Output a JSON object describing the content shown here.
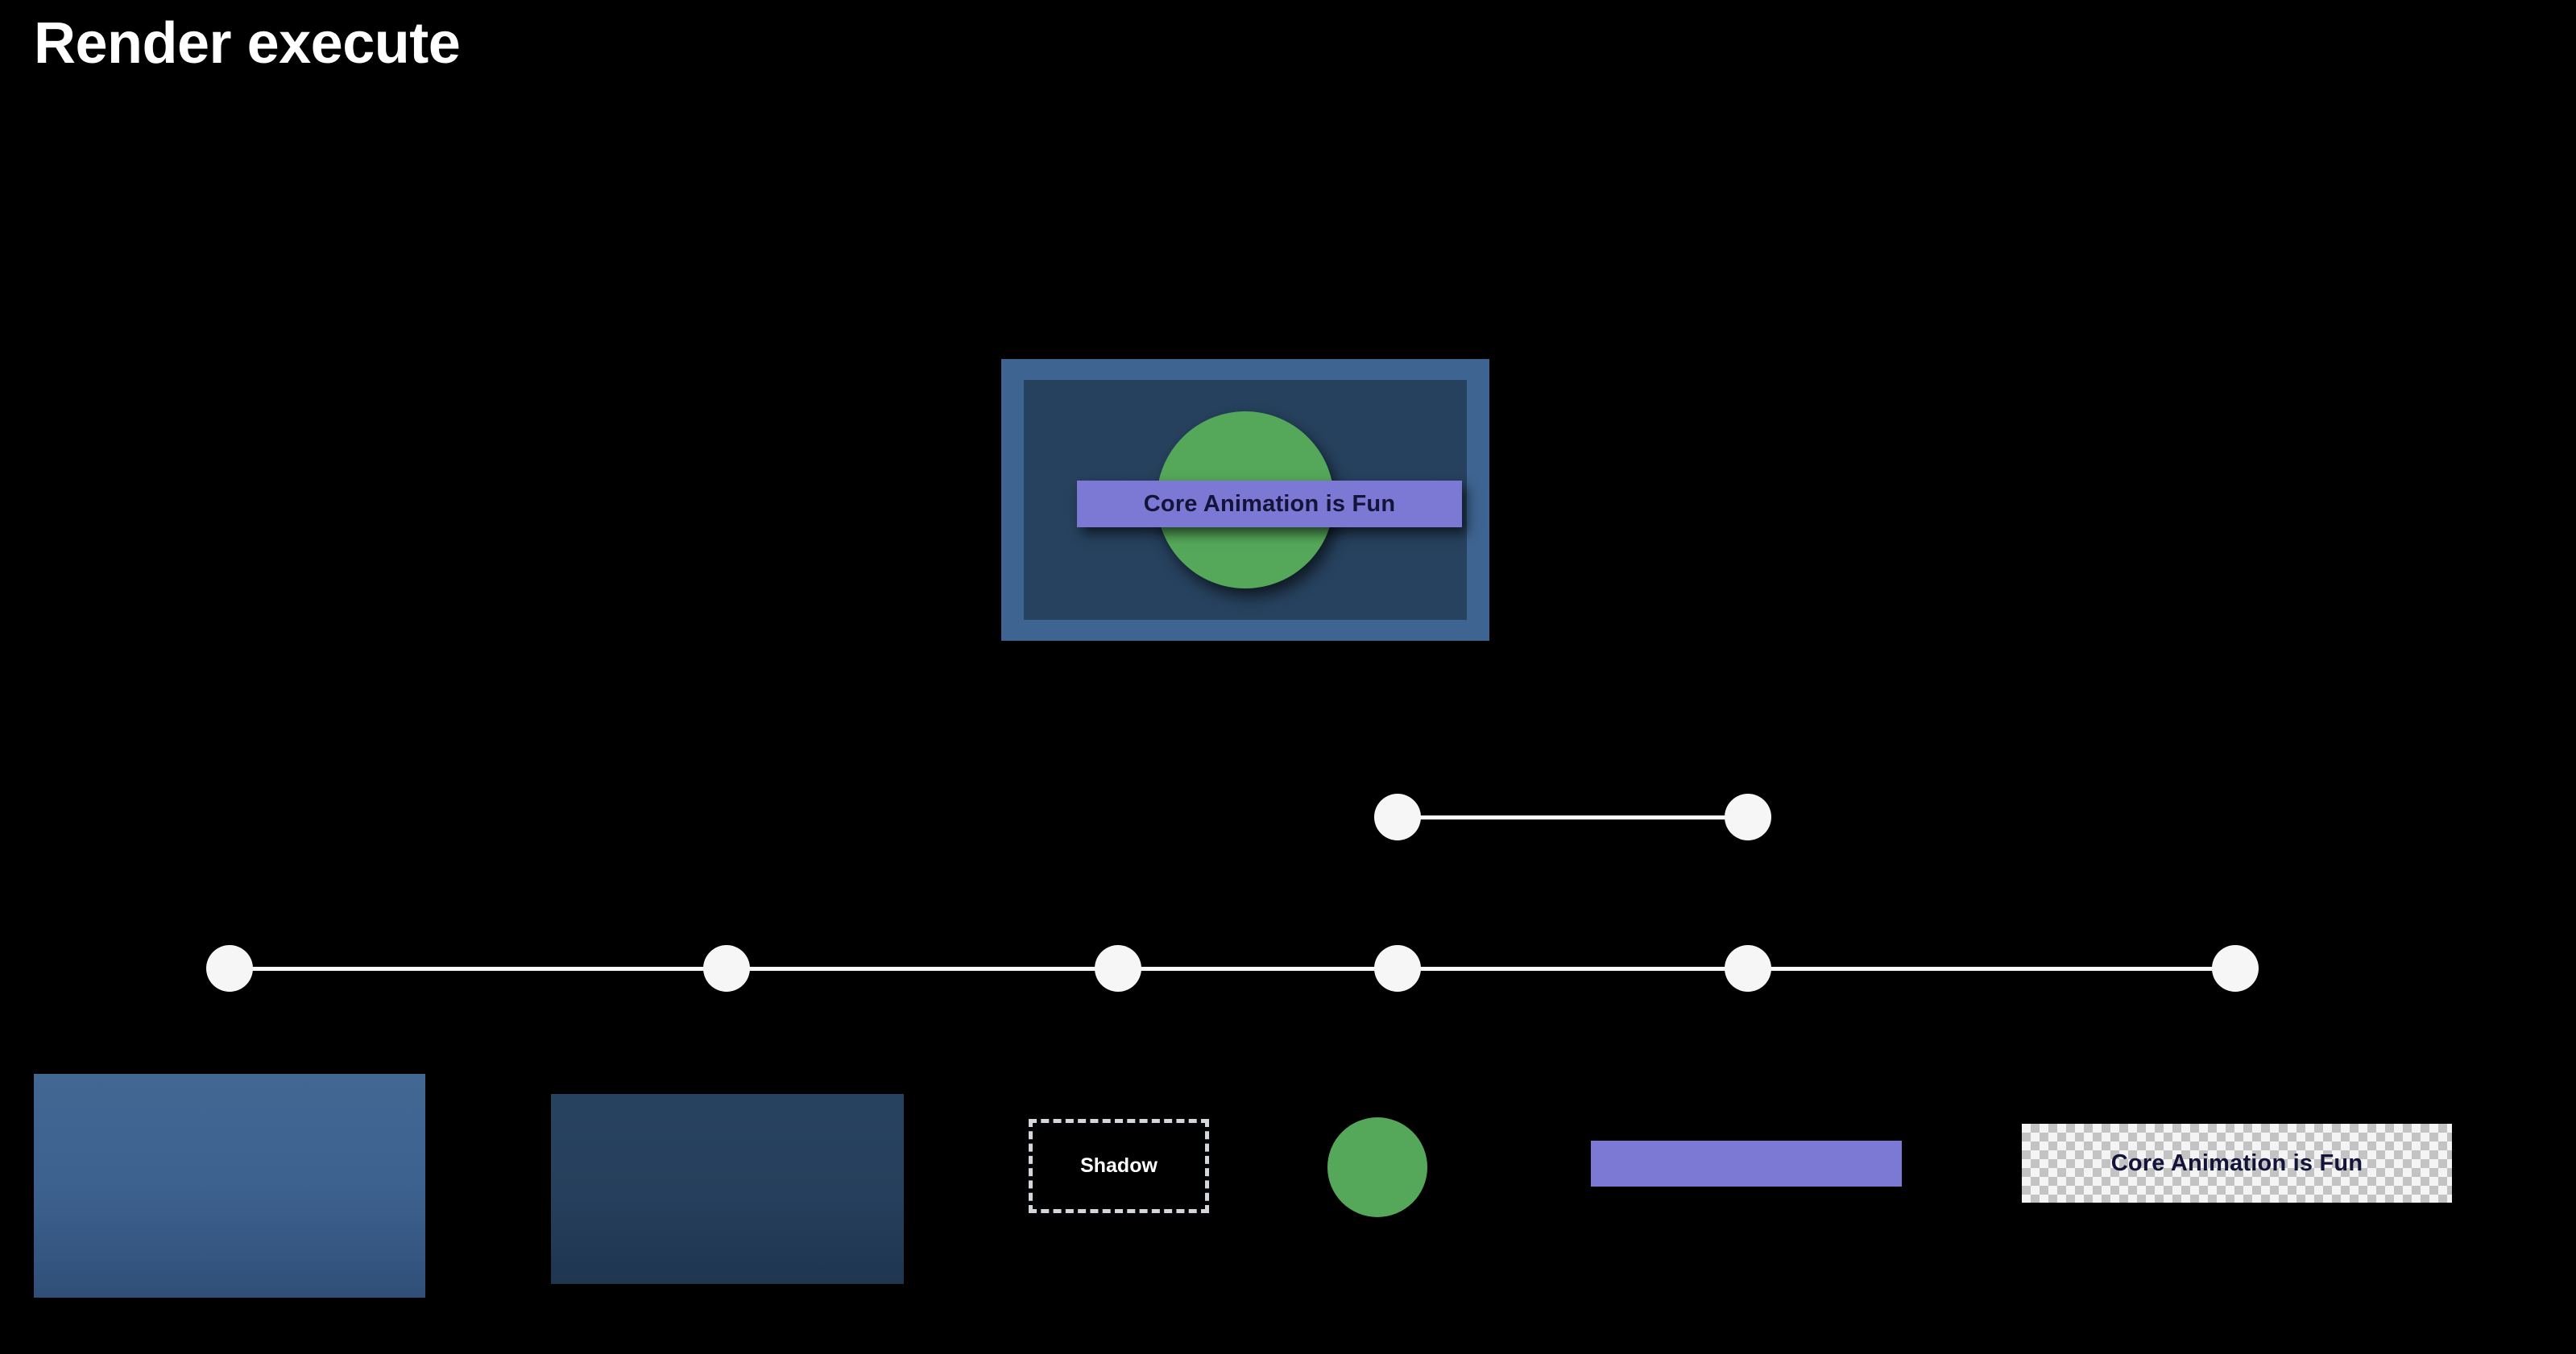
{
  "page": {
    "title": "Render execute",
    "background_color": "#000000"
  },
  "composited_card": {
    "frame_color": "#3E6491",
    "panel_color": "#27425F",
    "circle_color": "#55A85A",
    "label": {
      "text": "Core Animation is Fun",
      "background_color": "#7B79D4",
      "text_color": "#14143A"
    }
  },
  "node_chains": [
    {
      "name": "upper-chain",
      "node_color": "#F6F6F6",
      "line_color": "#FDFDFD",
      "nodes_x": [
        1735,
        2170
      ],
      "segments": [
        [
          1735,
          2170
        ]
      ]
    },
    {
      "name": "lower-chain",
      "node_color": "#F6F6F6",
      "line_color": "#FDFDFD",
      "nodes_x": [
        285,
        902,
        1388,
        1735,
        2170,
        2775
      ],
      "segments": [
        [
          285,
          902
        ],
        [
          902,
          1388
        ],
        [
          1388,
          1735
        ],
        [
          1735,
          2170
        ],
        [
          2170,
          2775
        ]
      ]
    }
  ],
  "layer_strip": {
    "items": [
      {
        "name": "backdrop-layer",
        "kind": "rect",
        "color": "#3E6290",
        "label": ""
      },
      {
        "name": "panel-layer",
        "kind": "rect",
        "color": "#27425F",
        "label": ""
      },
      {
        "name": "shadow-layer",
        "kind": "dashed-rect",
        "color": "#D2D6DD",
        "label": "Shadow"
      },
      {
        "name": "circle-layer",
        "kind": "circle",
        "color": "#55A85A",
        "label": ""
      },
      {
        "name": "bar-layer",
        "kind": "rect",
        "color": "#7B79D4",
        "label": ""
      },
      {
        "name": "text-layer",
        "kind": "checkerboard",
        "color": "#14143A",
        "label": "Core Animation is Fun"
      }
    ]
  }
}
